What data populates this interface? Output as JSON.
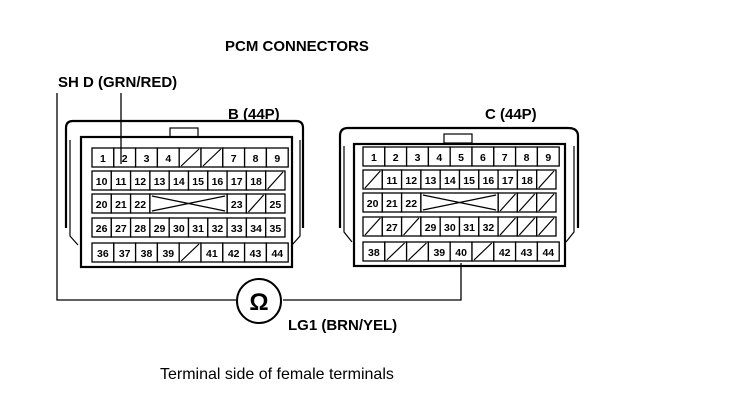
{
  "title": "PCM CONNECTORS",
  "probe_positive": "SH D (GRN/RED)",
  "probe_negative": "LG1 (BRN/YEL)",
  "meter_symbol": "Ω",
  "caption": "Terminal side of female terminals",
  "connectors": [
    {
      "id": "B",
      "label": "B (44P)",
      "rows": [
        [
          "1",
          "2",
          "3",
          "4",
          "/",
          "/",
          "7",
          "8",
          "9"
        ],
        [
          "10",
          "11",
          "12",
          "13",
          "14",
          "15",
          "16",
          "17",
          "18",
          "/"
        ],
        [
          "20",
          "21",
          "22",
          "X",
          "X",
          "X",
          "X",
          "23",
          "/",
          "25"
        ],
        [
          "26",
          "27",
          "28",
          "29",
          "30",
          "31",
          "32",
          "33",
          "34",
          "35"
        ],
        [
          "36",
          "37",
          "38",
          "39",
          "/",
          "41",
          "42",
          "43",
          "44"
        ]
      ]
    },
    {
      "id": "C",
      "label": "C (44P)",
      "rows": [
        [
          "1",
          "2",
          "3",
          "4",
          "5",
          "6",
          "7",
          "8",
          "9"
        ],
        [
          "/",
          "11",
          "12",
          "13",
          "14",
          "15",
          "16",
          "17",
          "18",
          "/"
        ],
        [
          "20",
          "21",
          "22",
          "X",
          "X",
          "X",
          "X",
          "/",
          "/",
          "/"
        ],
        [
          "/",
          "27",
          "/",
          "29",
          "30",
          "31",
          "32",
          "/",
          "/",
          "/"
        ],
        [
          "38",
          "/",
          "/",
          "39",
          "40",
          "/",
          "42",
          "43",
          "44"
        ]
      ]
    }
  ]
}
